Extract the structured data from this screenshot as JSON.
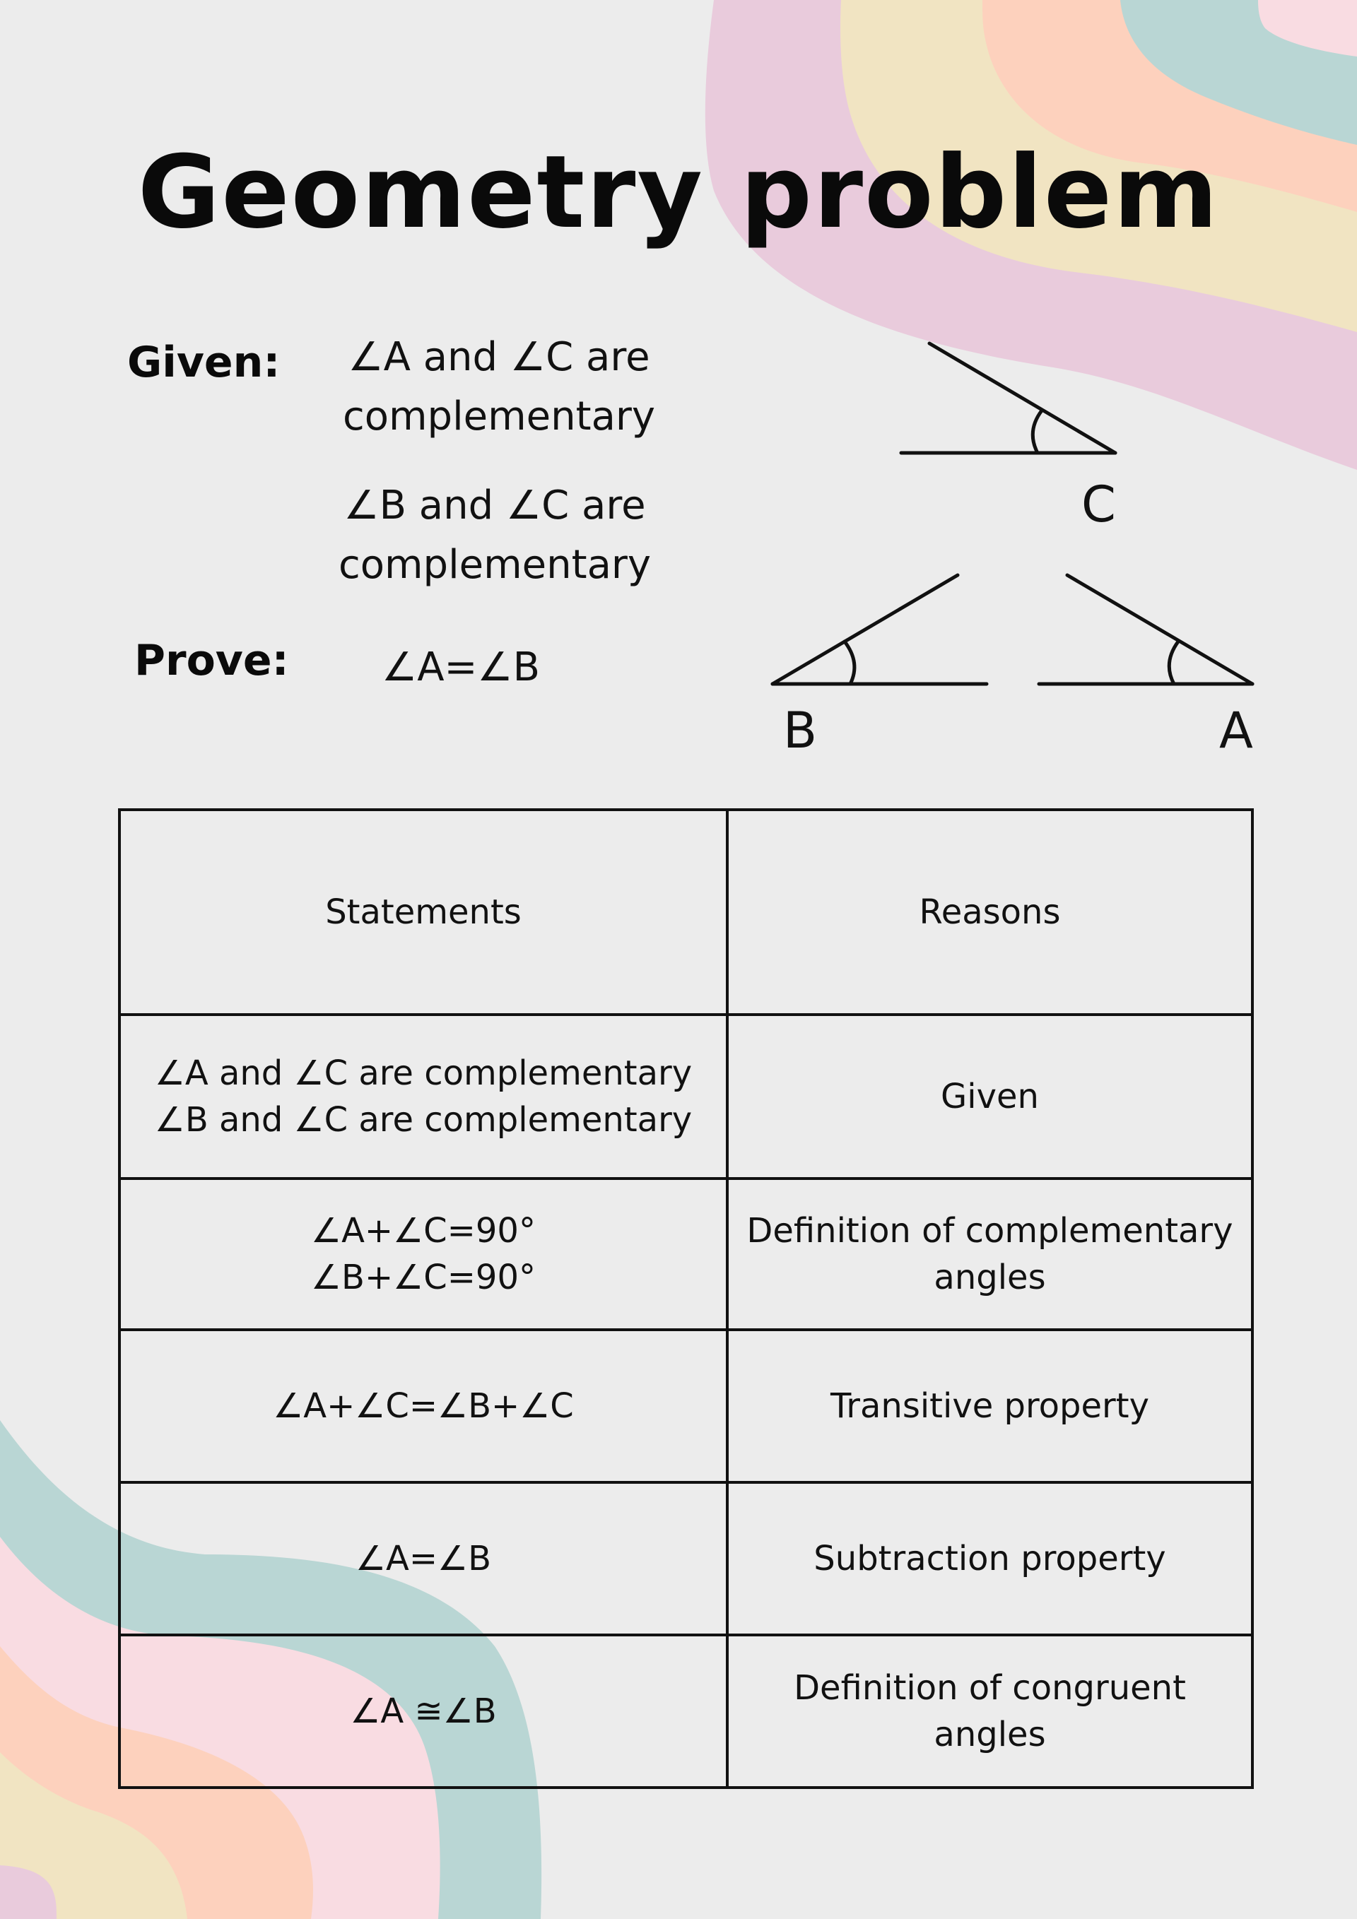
{
  "title": "Geometry problem",
  "given": {
    "label": "Given:",
    "line1": "∠A and ∠C are complementary",
    "line2": "∠B and ∠C are complementary"
  },
  "prove": {
    "label": "Prove:",
    "statement": "∠A=∠B"
  },
  "diagram": {
    "angle_labels": [
      "C",
      "B",
      "A"
    ]
  },
  "table": {
    "headers": [
      "Statements",
      "Reasons"
    ],
    "rows": [
      {
        "statement": [
          "∠A and ∠C are complementary",
          "∠B and ∠C are complementary"
        ],
        "reason": "Given"
      },
      {
        "statement": [
          "∠A+∠C=90°",
          "∠B+∠C=90°"
        ],
        "reason": "Definition of complementary angles"
      },
      {
        "statement": [
          "∠A+∠C=∠B+∠C"
        ],
        "reason": "Transitive property"
      },
      {
        "statement": [
          "∠A=∠B"
        ],
        "reason": "Subtraction property"
      },
      {
        "statement": [
          "∠A ≅∠B"
        ],
        "reason": "Definition of congruent angles"
      }
    ]
  },
  "colors": {
    "background": "#ececec",
    "pink": "#e9cbdc",
    "yellow": "#f1e4c2",
    "peach": "#fdd1bd",
    "mint": "#b9d6d4",
    "light_pink": "#f9dce2",
    "ink": "#111111"
  }
}
